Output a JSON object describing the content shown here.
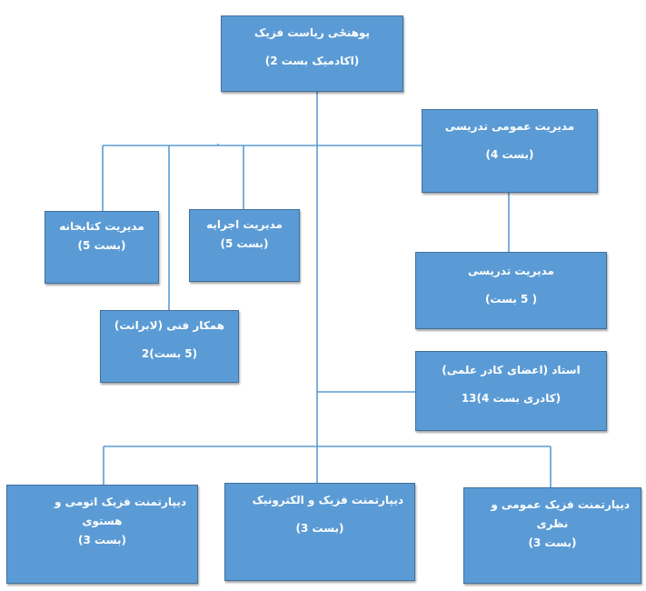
{
  "nodes": {
    "deputy": {
      "line1": "پوهنځی ریاست فزیک",
      "line2": "(اکادمیک بست 2)"
    },
    "general_teaching": {
      "line1": "مدیریت عمومی تدریسی",
      "line2": "(بست 4)"
    },
    "library": {
      "line1": "مدیریت کتابخانه",
      "line2": "(بست 5)"
    },
    "executive": {
      "line1": "مدیریت اجرایه",
      "line2": "(بست 5)"
    },
    "teaching": {
      "line1": "مدیریت تدریسی",
      "line2": "( 5 بست)"
    },
    "lab_assistant": {
      "line1": "همکار فنی (لابرانت)",
      "line2": "(5 بست)2"
    },
    "professor": {
      "line1": "استاد (اعضای کادر علمی)",
      "line2": "(کادری بست 4)13"
    },
    "dept_atomic": {
      "line1": "دیپارتمنت فزیک اتومی و",
      "line2": "هستوی",
      "line3": "(بست 3)"
    },
    "dept_electronics": {
      "line1": "دیپارتمنت فزیک و الکترونیک",
      "line2": "(بست 3)"
    },
    "dept_general": {
      "line1": "دیپارتمنت فزیک عمومی و",
      "line2": "نظری",
      "line3": "(بست 3)"
    }
  },
  "colors": {
    "box_fill": "#5b9bd5",
    "box_border": "#41719c",
    "connector": "#5b9bd5",
    "text": "#ffffff"
  }
}
